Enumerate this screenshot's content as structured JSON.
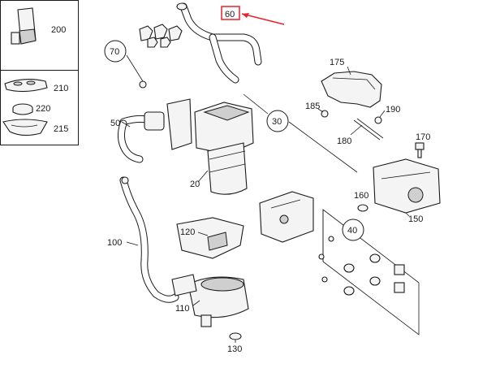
{
  "callouts": {
    "c200": "200",
    "c210": "210",
    "c220": "220",
    "c215": "215",
    "c70": "70",
    "c60": "60",
    "c175": "175",
    "c185": "185",
    "c190": "190",
    "c50": "50",
    "c30": "30",
    "c180": "180",
    "c170": "170",
    "c20": "20",
    "c160": "160",
    "c150": "150",
    "c120": "120",
    "c40": "40",
    "c100": "100",
    "c110": "110",
    "c130": "130"
  },
  "colors": {
    "line": "#1a1a1a",
    "highlight": "#e8222a"
  }
}
